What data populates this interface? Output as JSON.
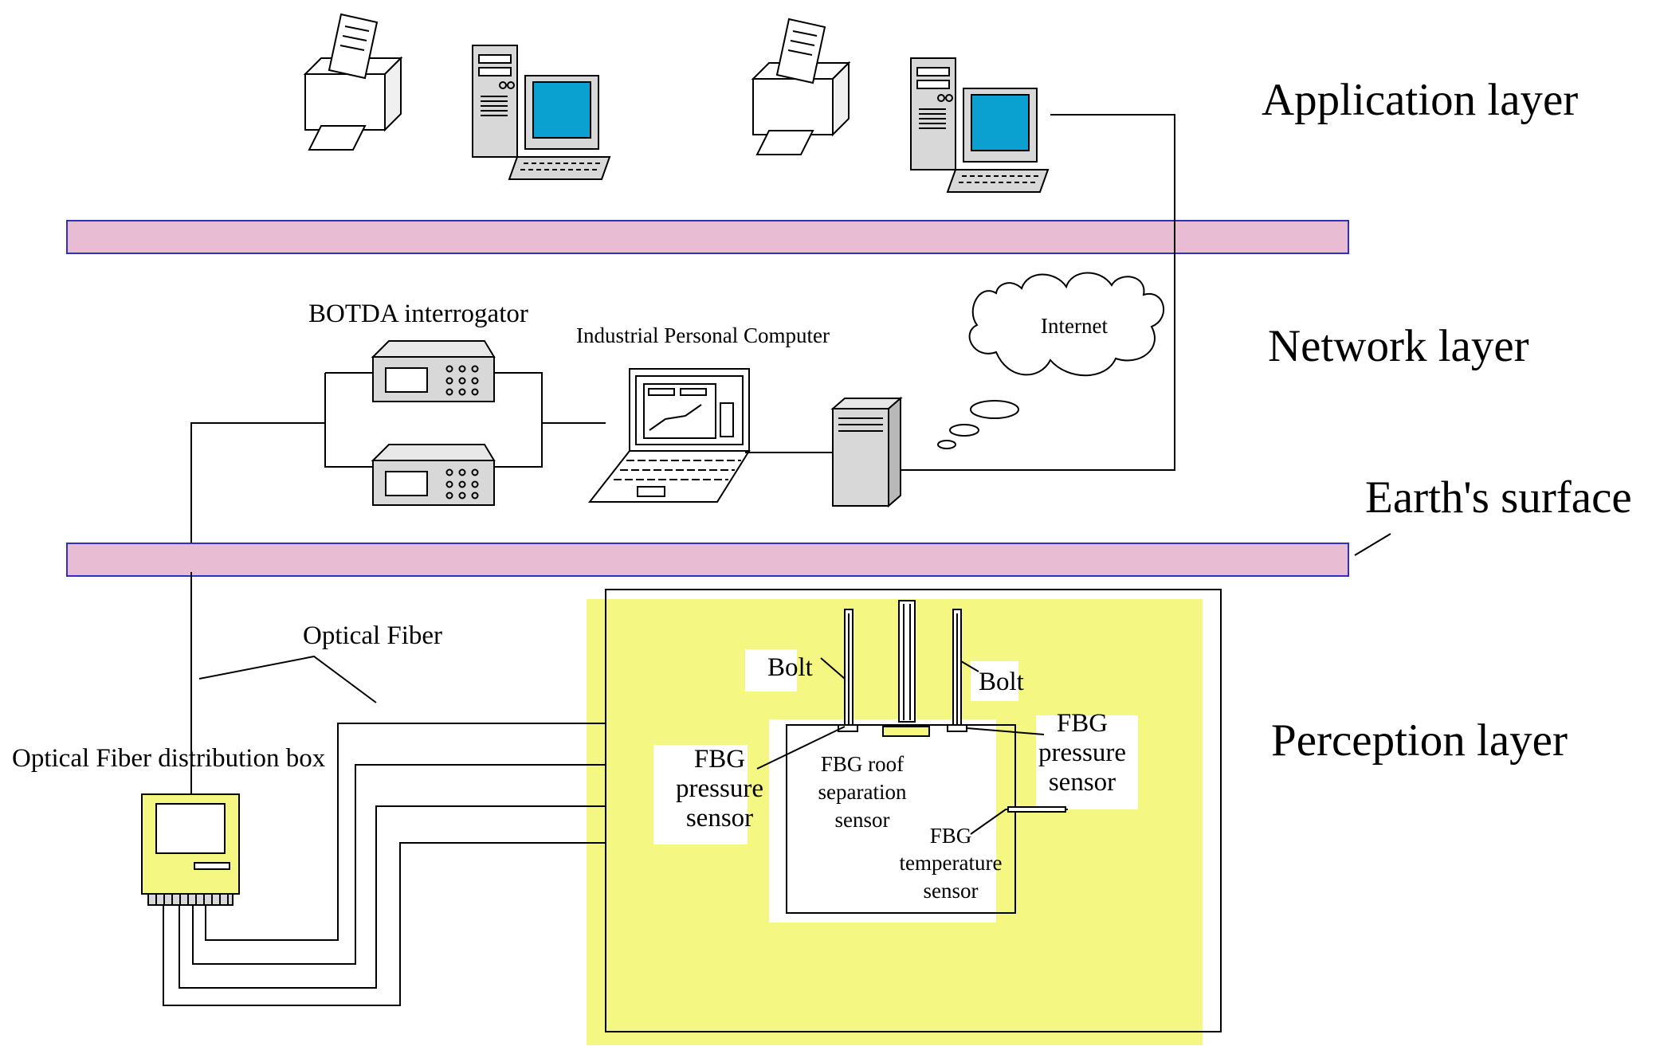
{
  "layers": {
    "application": "Application layer",
    "network": "Network layer",
    "earth_surface": "Earth's surface",
    "perception": "Perception layer"
  },
  "network_devices": {
    "botda": "BOTDA interrogator",
    "ipc": "Industrial Personal Computer",
    "internet": "Internet"
  },
  "perception_labels": {
    "optical_fiber": "Optical Fiber",
    "distribution_box": "Optical Fiber distribution box",
    "bolt_left": "Bolt",
    "bolt_right": "Bolt",
    "fbg_pressure_left": [
      "FBG",
      "pressure",
      "sensor"
    ],
    "fbg_pressure_right": [
      "FBG",
      "pressure",
      "sensor"
    ],
    "fbg_roof": [
      "FBG roof",
      "separation",
      "sensor"
    ],
    "fbg_temperature": [
      "FBG",
      "temperature",
      "sensor"
    ]
  },
  "colors": {
    "layer_band": "#e8bcd2",
    "band_border": "#3030c0",
    "perception_area": "#f4f882",
    "screen": "#0aa0d0",
    "device": "#d8d8d8"
  }
}
